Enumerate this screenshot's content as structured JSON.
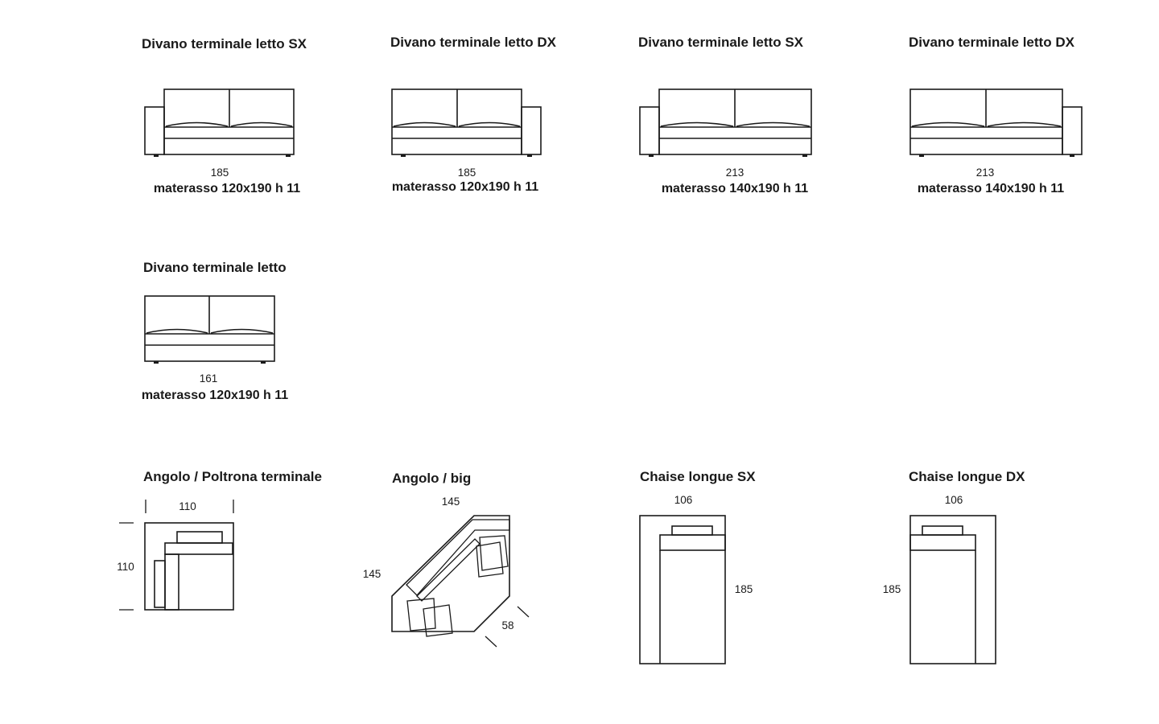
{
  "items": [
    {
      "title": "Divano terminale letto SX",
      "width": "185",
      "mattress": "materasso 120x190 h 11"
    },
    {
      "title": "Divano terminale letto DX",
      "width": "185",
      "mattress": "materasso 120x190 h 11"
    },
    {
      "title": "Divano terminale letto SX",
      "width": "213",
      "mattress": "materasso 140x190 h 11"
    },
    {
      "title": "Divano terminale letto DX",
      "width": "213",
      "mattress": "materasso 140x190 h 11"
    },
    {
      "title": "Divano terminale letto",
      "width": "161",
      "mattress": "materasso 120x190 h 11"
    },
    {
      "title": "Angolo / Poltrona terminale",
      "width": "110",
      "depth": "110"
    },
    {
      "title": "Angolo / big",
      "width": "145",
      "depth": "145",
      "side": "58"
    },
    {
      "title": "Chaise longue SX",
      "width": "106",
      "depth": "185"
    },
    {
      "title": "Chaise longue DX",
      "width": "106",
      "depth": "185"
    }
  ]
}
